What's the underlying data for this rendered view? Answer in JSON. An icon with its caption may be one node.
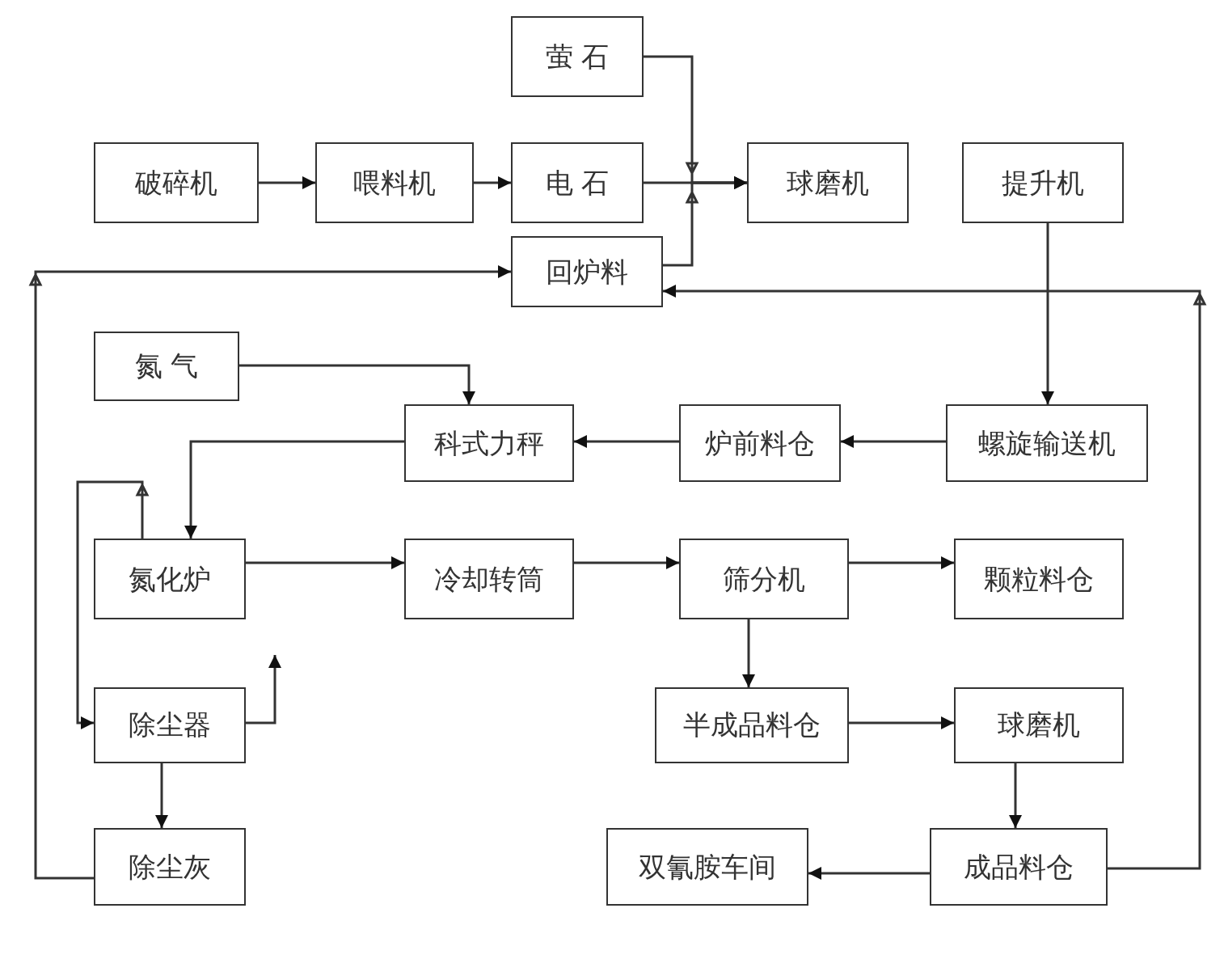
{
  "diagram": {
    "nodes": [
      {
        "text": [
          "萤 石"
        ]
      },
      {
        "text": [
          "破碎机"
        ]
      },
      {
        "text": [
          "喂料机"
        ]
      },
      {
        "text": [
          "电 石"
        ]
      },
      {
        "text": [
          "球磨机"
        ]
      },
      {
        "text": [
          "提升机"
        ]
      },
      {
        "text": [
          "回炉料"
        ]
      },
      {
        "text": [
          "氮 气"
        ]
      },
      {
        "text": [
          "科式力秤"
        ]
      },
      {
        "text": [
          "炉前料仓"
        ]
      },
      {
        "text": [
          "螺旋输送机"
        ]
      },
      {
        "text": [
          "氮化炉"
        ]
      },
      {
        "text": [
          "冷却转筒"
        ]
      },
      {
        "text": [
          "筛分机"
        ]
      },
      {
        "text": [
          "颗粒料仓"
        ]
      },
      {
        "text": [
          "除尘器"
        ]
      },
      {
        "text": [
          "半成品料仓"
        ]
      },
      {
        "text": [
          "球磨机"
        ]
      },
      {
        "text": [
          "除尘灰"
        ]
      },
      {
        "text": [
          "双氰胺车间"
        ]
      },
      {
        "text": [
          "成品料仓"
        ]
      }
    ],
    "edges": [
      {
        "from": 1,
        "to": 2,
        "arrow": "to"
      },
      {
        "from": 2,
        "to": 3,
        "arrow": "to"
      },
      {
        "from": 3,
        "to": 4,
        "arrow": "to"
      },
      {
        "from": 0,
        "to": 4,
        "arrow": "to"
      },
      {
        "from": 6,
        "to": 4,
        "arrow": "to"
      },
      {
        "from": 5,
        "to": 10,
        "arrow": "to"
      },
      {
        "from": 10,
        "to": 9,
        "arrow": "to"
      },
      {
        "from": 9,
        "to": 8,
        "arrow": "to"
      },
      {
        "from": 7,
        "to": 8,
        "arrow": "to"
      },
      {
        "from": 8,
        "to": 11,
        "arrow": "to"
      },
      {
        "from": 11,
        "to": 15,
        "arrow": "to"
      },
      {
        "from": 15,
        "to": null,
        "arrow": "to"
      },
      {
        "from": 15,
        "to": 18,
        "arrow": "to"
      },
      {
        "from": 18,
        "to": 6,
        "arrow": "to"
      },
      {
        "from": 11,
        "to": 12,
        "arrow": "to"
      },
      {
        "from": 12,
        "to": 13,
        "arrow": "to"
      },
      {
        "from": 13,
        "to": 14,
        "arrow": "to"
      },
      {
        "from": 13,
        "to": 16,
        "arrow": "to"
      },
      {
        "from": 16,
        "to": 17,
        "arrow": "to"
      },
      {
        "from": 17,
        "to": 20,
        "arrow": "to"
      },
      {
        "from": 20,
        "to": 19,
        "arrow": "to"
      },
      {
        "from": 20,
        "to": 6,
        "arrow": "to"
      }
    ]
  }
}
